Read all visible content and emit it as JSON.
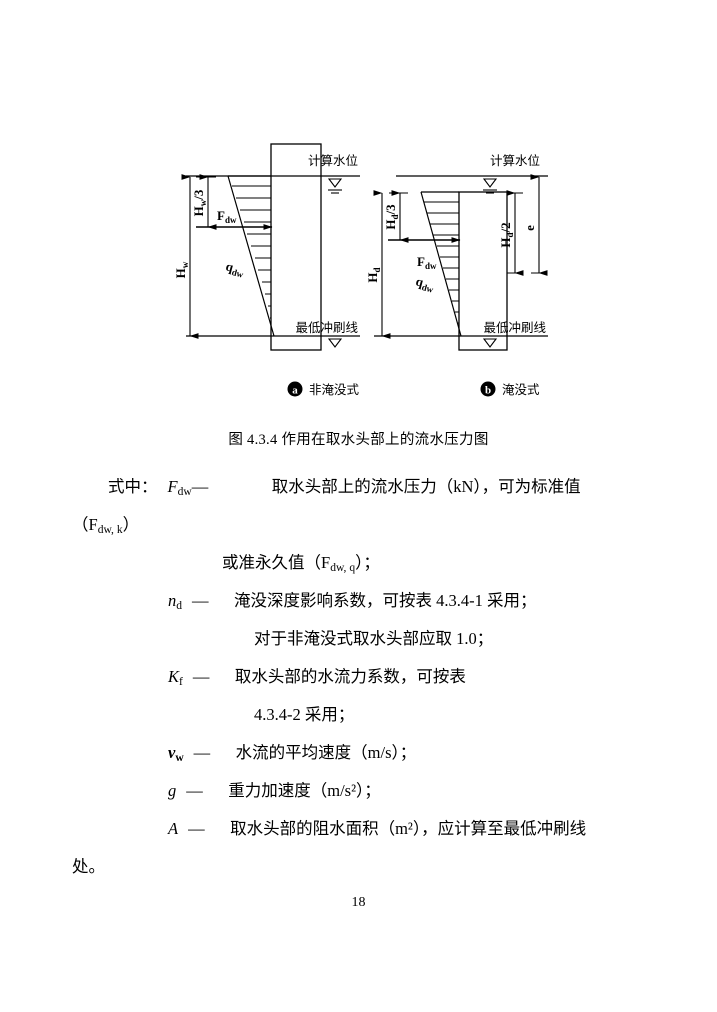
{
  "document": {
    "page_number": "18",
    "figure": {
      "caption_number": "图 4.3.4",
      "caption_text": "作用在取水头部上的流水压力图",
      "caption_full": "图 4.3.4  作用在取水头部上的流水压力图",
      "subfigures": [
        {
          "label": "(a)",
          "title": "非淹没式"
        },
        {
          "label": "(b)",
          "title": "淹没式"
        }
      ],
      "annotations": {
        "water_level": "计算水位",
        "scour_line": "最低冲刷线",
        "a_height_third": "H w/3",
        "a_total_height": "H w",
        "a_force": "F dw",
        "a_pressure": "q dw",
        "b_height_third": "H d/3",
        "b_total_height": "H d",
        "b_half_height": "H d/2",
        "b_eccentricity": "e",
        "b_force": "F dw",
        "b_pressure": "q dw"
      }
    },
    "definitions_intro": "式中：",
    "lines": [
      {
        "id": "line-fdw",
        "indent": 1,
        "symbol_main": "F",
        "symbol_sub": "dw",
        "dash": "—",
        "text": "取水头部上的流水压力（kN），可为标准值"
      },
      {
        "id": "line-fdwk",
        "indent": 0,
        "text": "（F dw, k）"
      },
      {
        "id": "line-fdwq",
        "indent": 3,
        "text": "或准永久值（F dw, q）；"
      },
      {
        "id": "line-nd",
        "indent": 2,
        "symbol_main": "n",
        "symbol_sub": "d",
        "dash": "—",
        "text": "淹没深度影响系数，可按表 4.3.4-1 采用；"
      },
      {
        "id": "line-nd-cont",
        "indent": 4,
        "text": "对于非淹没式取水头部应取 1.0；"
      },
      {
        "id": "line-kf",
        "indent": 2,
        "symbol_main": "K",
        "symbol_sub": "f",
        "dash": "—",
        "text": "取水头部的水流力系数，可按表"
      },
      {
        "id": "line-kf-cont",
        "indent": 4,
        "text": "4.3.4-2 采用；"
      },
      {
        "id": "line-vw",
        "indent": 2,
        "symbol_main": "ν",
        "symbol_sub": "w",
        "dash": "—",
        "text": "水流的平均速度（m/s）；"
      },
      {
        "id": "line-g",
        "indent": 2,
        "symbol_main": "g",
        "symbol_sub": "",
        "dash": "—",
        "text": "重力加速度（m/s²）；"
      },
      {
        "id": "line-A",
        "indent": 2,
        "symbol_main": "A",
        "symbol_sub": "",
        "dash": "—",
        "text": "取水头部的阻水面积（m²），应计算至最低冲刷线"
      },
      {
        "id": "line-A-cont",
        "indent": 0,
        "text": "处。"
      }
    ]
  },
  "colors": {
    "ink": "#000000",
    "paper": "#ffffff"
  }
}
